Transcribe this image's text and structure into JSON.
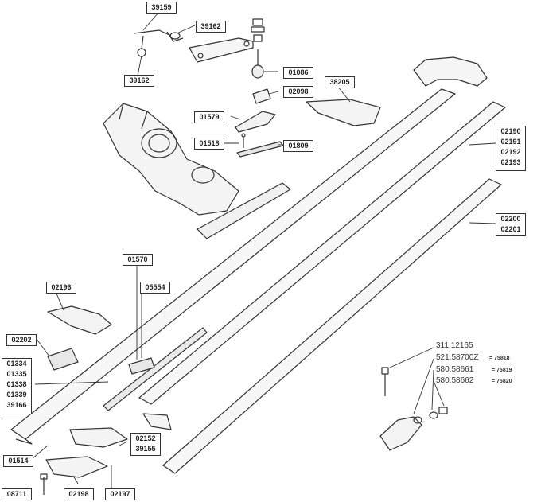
{
  "callouts": {
    "c39159": "39159",
    "c39162a": "39162",
    "c39162b": "39162",
    "c01086": "01086",
    "c38205": "38205",
    "c02098": "02098",
    "c01579": "01579",
    "c01518": "01518",
    "c01809": "01809",
    "c02190_group": [
      "02190",
      "02191",
      "02192",
      "02193"
    ],
    "c02200_group": [
      "02200",
      "02201"
    ],
    "c01570": "01570",
    "c05554": "05554",
    "c02196": "02196",
    "c02202": "02202",
    "c01334_group": [
      "01334",
      "01335",
      "01338",
      "01339",
      "39166"
    ],
    "c02152_group": [
      "02152",
      "39155"
    ],
    "c01514": "01514",
    "c08711": "08711",
    "c02198": "02198",
    "c02197": "02197"
  },
  "bolt_refs": {
    "r1": "311.12165",
    "r2": "521.58700Z",
    "r2_note": "= 75818",
    "r3": "580.58661",
    "r3_note": "= 75819",
    "r4": "580.58662",
    "r4_note": "= 75820"
  },
  "colors": {
    "line": "#333333",
    "background": "#ffffff"
  }
}
